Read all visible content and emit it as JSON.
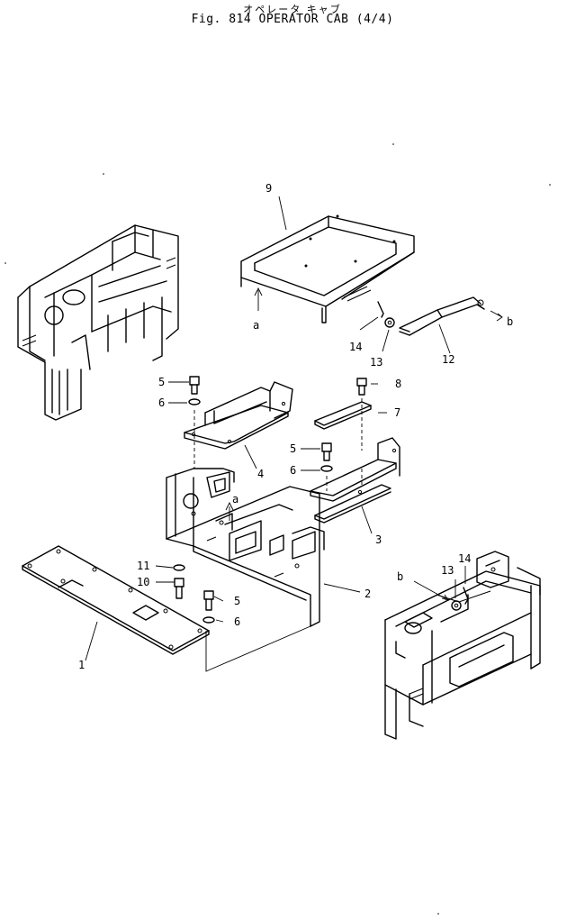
{
  "header": {
    "title_jp": "オペレータ キャブ",
    "title": "Fig. 814 OPERATOR CAB (4/4)"
  },
  "callouts": {
    "c9": "9",
    "a_top": "a",
    "b_right": "b",
    "c14_top": "14",
    "c13_top": "13",
    "c12": "12",
    "c5_upper": "5",
    "c6_upper": "6",
    "c4": "4",
    "c8": "8",
    "c7": "7",
    "c5_mid": "5",
    "c6_mid": "6",
    "c3": "3",
    "a_mid": "a",
    "c11": "11",
    "c10": "10",
    "c5_lower": "5",
    "c6_lower": "6",
    "c2": "2",
    "c1": "1",
    "b_lower": "b",
    "c13_lower": "13",
    "c14_lower": "14"
  },
  "parts": [
    {
      "id": "cab-frame-left",
      "icon": "cab-frame"
    },
    {
      "id": "part-9",
      "icon": "floor-tray"
    },
    {
      "id": "part-12",
      "icon": "rod"
    },
    {
      "id": "part-4",
      "icon": "bracket"
    },
    {
      "id": "part-7",
      "icon": "strap"
    },
    {
      "id": "part-3",
      "icon": "bracket"
    },
    {
      "id": "part-2",
      "icon": "mount-plate"
    },
    {
      "id": "part-1",
      "icon": "floor-cover"
    },
    {
      "id": "cab-frame-right",
      "icon": "cab-frame"
    }
  ]
}
